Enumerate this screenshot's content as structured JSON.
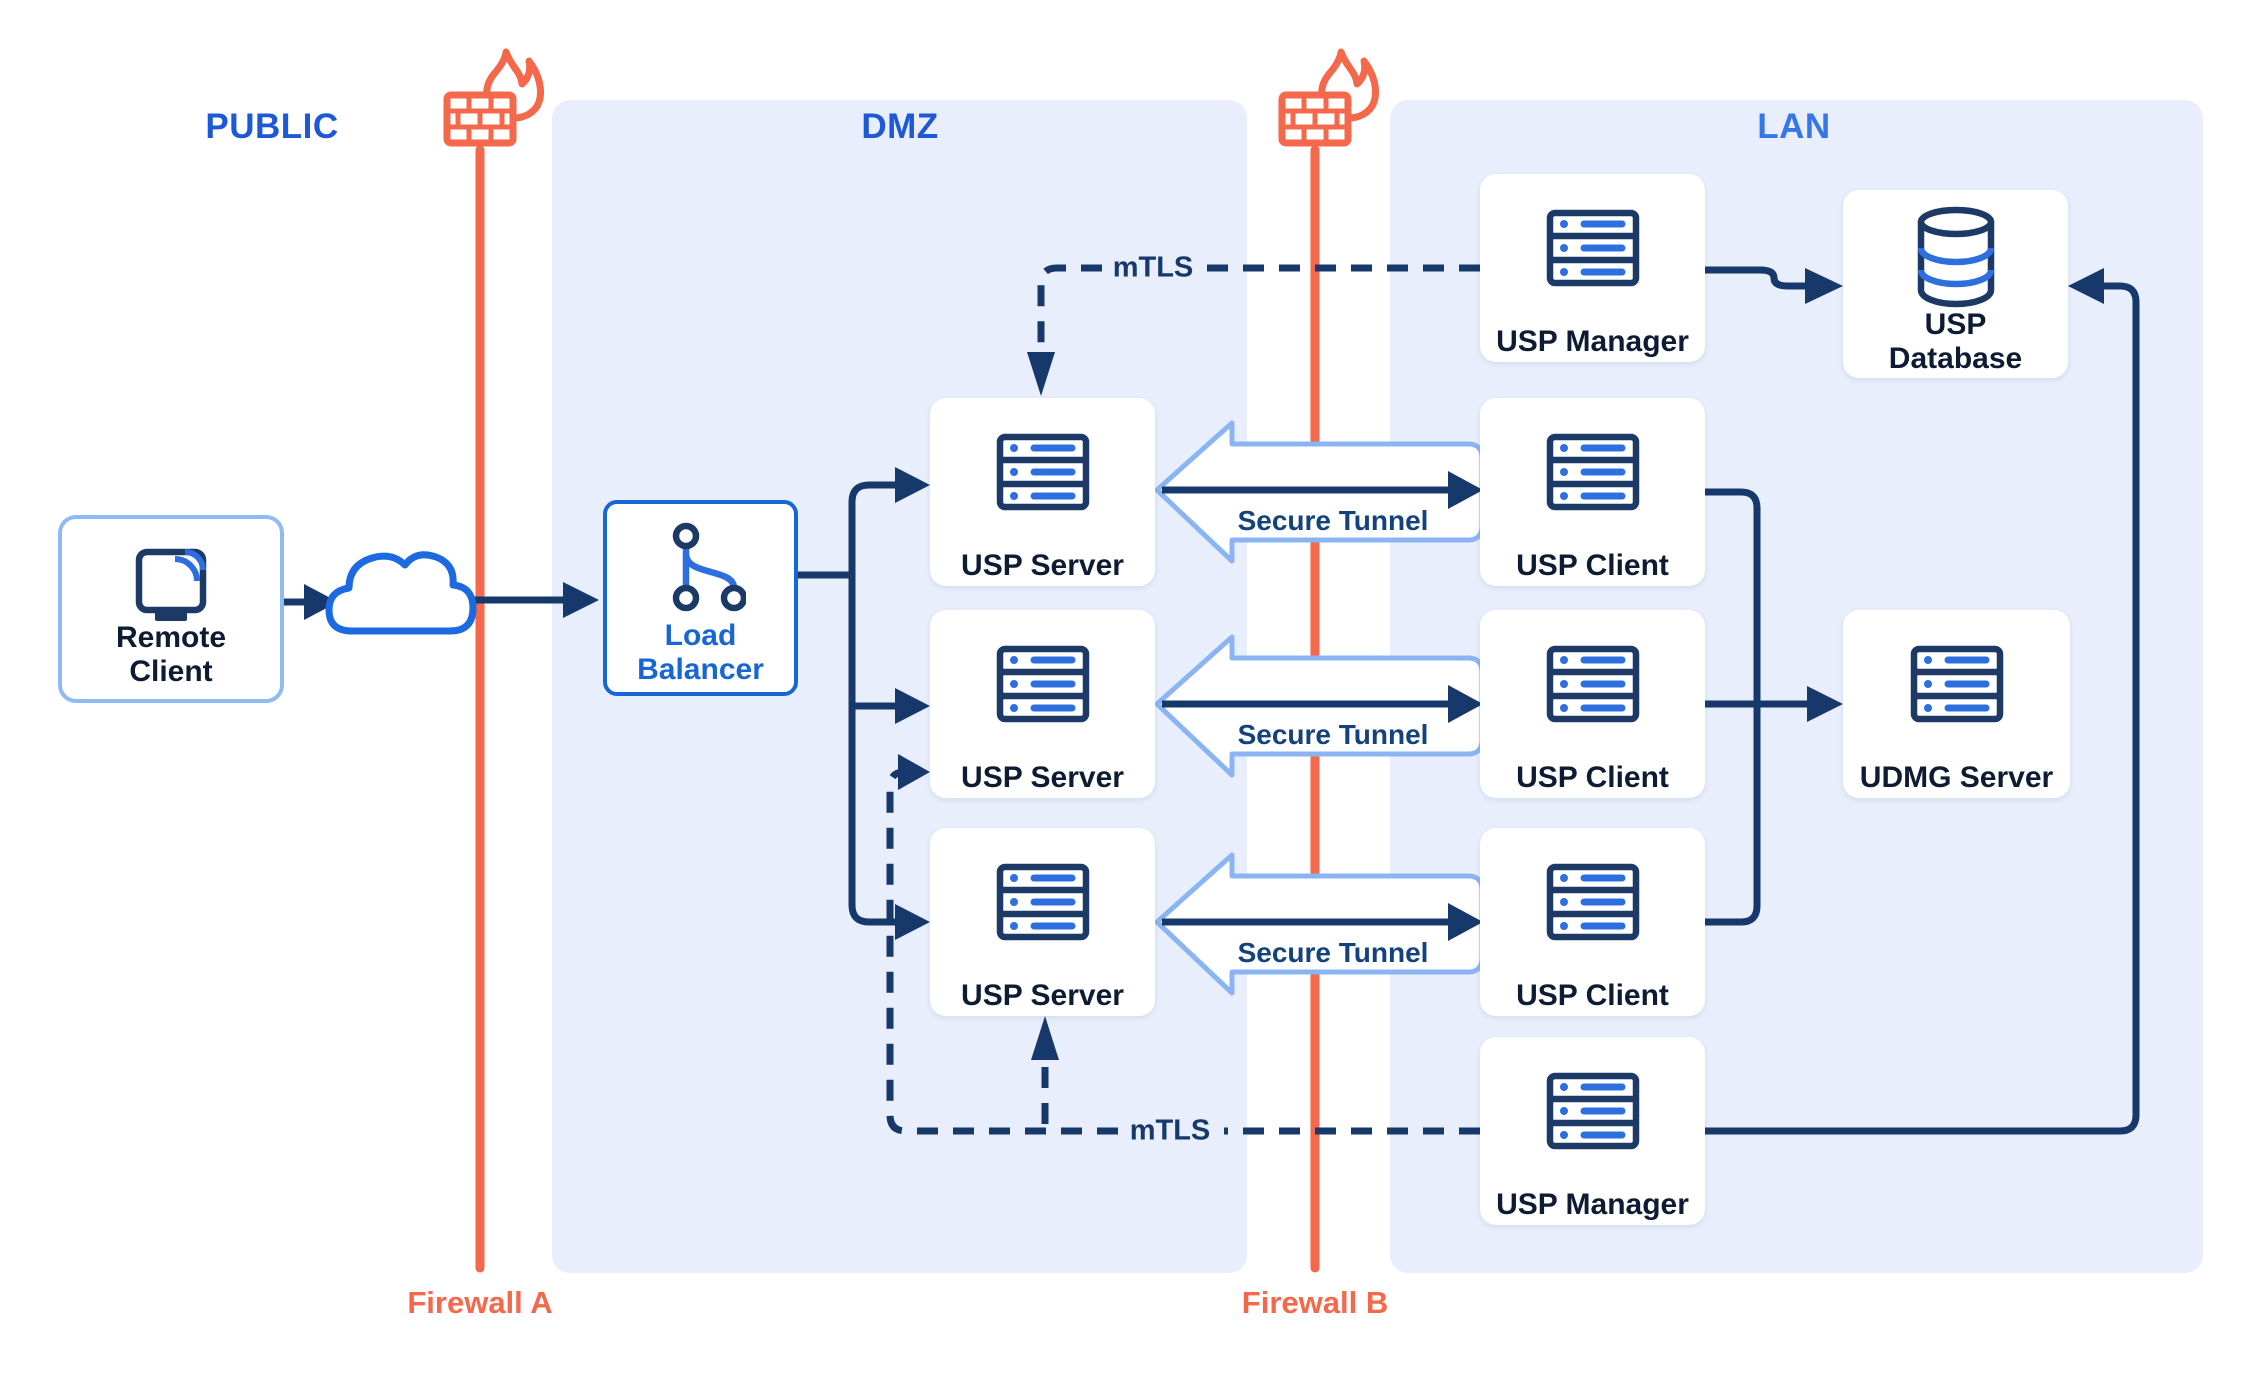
{
  "zones": {
    "public": {
      "label": "PUBLIC"
    },
    "dmz": {
      "label": "DMZ"
    },
    "lan": {
      "label": "LAN"
    }
  },
  "firewalls": {
    "a": {
      "label": "Firewall A",
      "icon": "firewall-brick-flame-icon"
    },
    "b": {
      "label": "Firewall B",
      "icon": "firewall-brick-flame-icon"
    }
  },
  "nodes": {
    "remote_client": {
      "label_lines": [
        "Remote",
        "Client"
      ],
      "icon": "remote-desktop-icon"
    },
    "load_balancer": {
      "label_lines": [
        "Load",
        "Balancer"
      ],
      "icon": "load-balancer-icon"
    },
    "usp_server_1": {
      "label": "USP Server",
      "icon": "server-stack-icon"
    },
    "usp_server_2": {
      "label": "USP Server",
      "icon": "server-stack-icon"
    },
    "usp_server_3": {
      "label": "USP Server",
      "icon": "server-stack-icon"
    },
    "usp_client_1": {
      "label": "USP Client",
      "icon": "server-stack-icon"
    },
    "usp_client_2": {
      "label": "USP Client",
      "icon": "server-stack-icon"
    },
    "usp_client_3": {
      "label": "USP Client",
      "icon": "server-stack-icon"
    },
    "usp_manager_top": {
      "label": "USP Manager",
      "icon": "server-stack-icon"
    },
    "usp_manager_bottom": {
      "label": "USP Manager",
      "icon": "server-stack-icon"
    },
    "usp_database": {
      "label_lines": [
        "USP",
        "Database"
      ],
      "icon": "database-cylinder-icon"
    },
    "udmg_server": {
      "label": "UDMG Server",
      "icon": "server-stack-icon"
    },
    "internet_cloud": {
      "icon": "cloud-icon"
    }
  },
  "connections": {
    "mtls_top": {
      "label": "mTLS",
      "style": "dashed"
    },
    "mtls_bottom": {
      "label": "mTLS",
      "style": "dashed"
    },
    "secure_tunnels": [
      {
        "label": "Secure Tunnel"
      },
      {
        "label": "Secure Tunnel"
      },
      {
        "label": "Secure Tunnel"
      }
    ]
  },
  "colors": {
    "zone_label_blue": "#1d58d8",
    "lan_label_blue": "#3577e8",
    "panel_background": "#e8eefb",
    "line_navy": "#16386b",
    "icon_navy": "#1d3a66",
    "icon_blue": "#2e6fe0",
    "accent_blue_border": "#1766d6",
    "light_blue_border": "#8ab5f2",
    "orange": "#f4684c",
    "box_text": "#0e1c33"
  }
}
